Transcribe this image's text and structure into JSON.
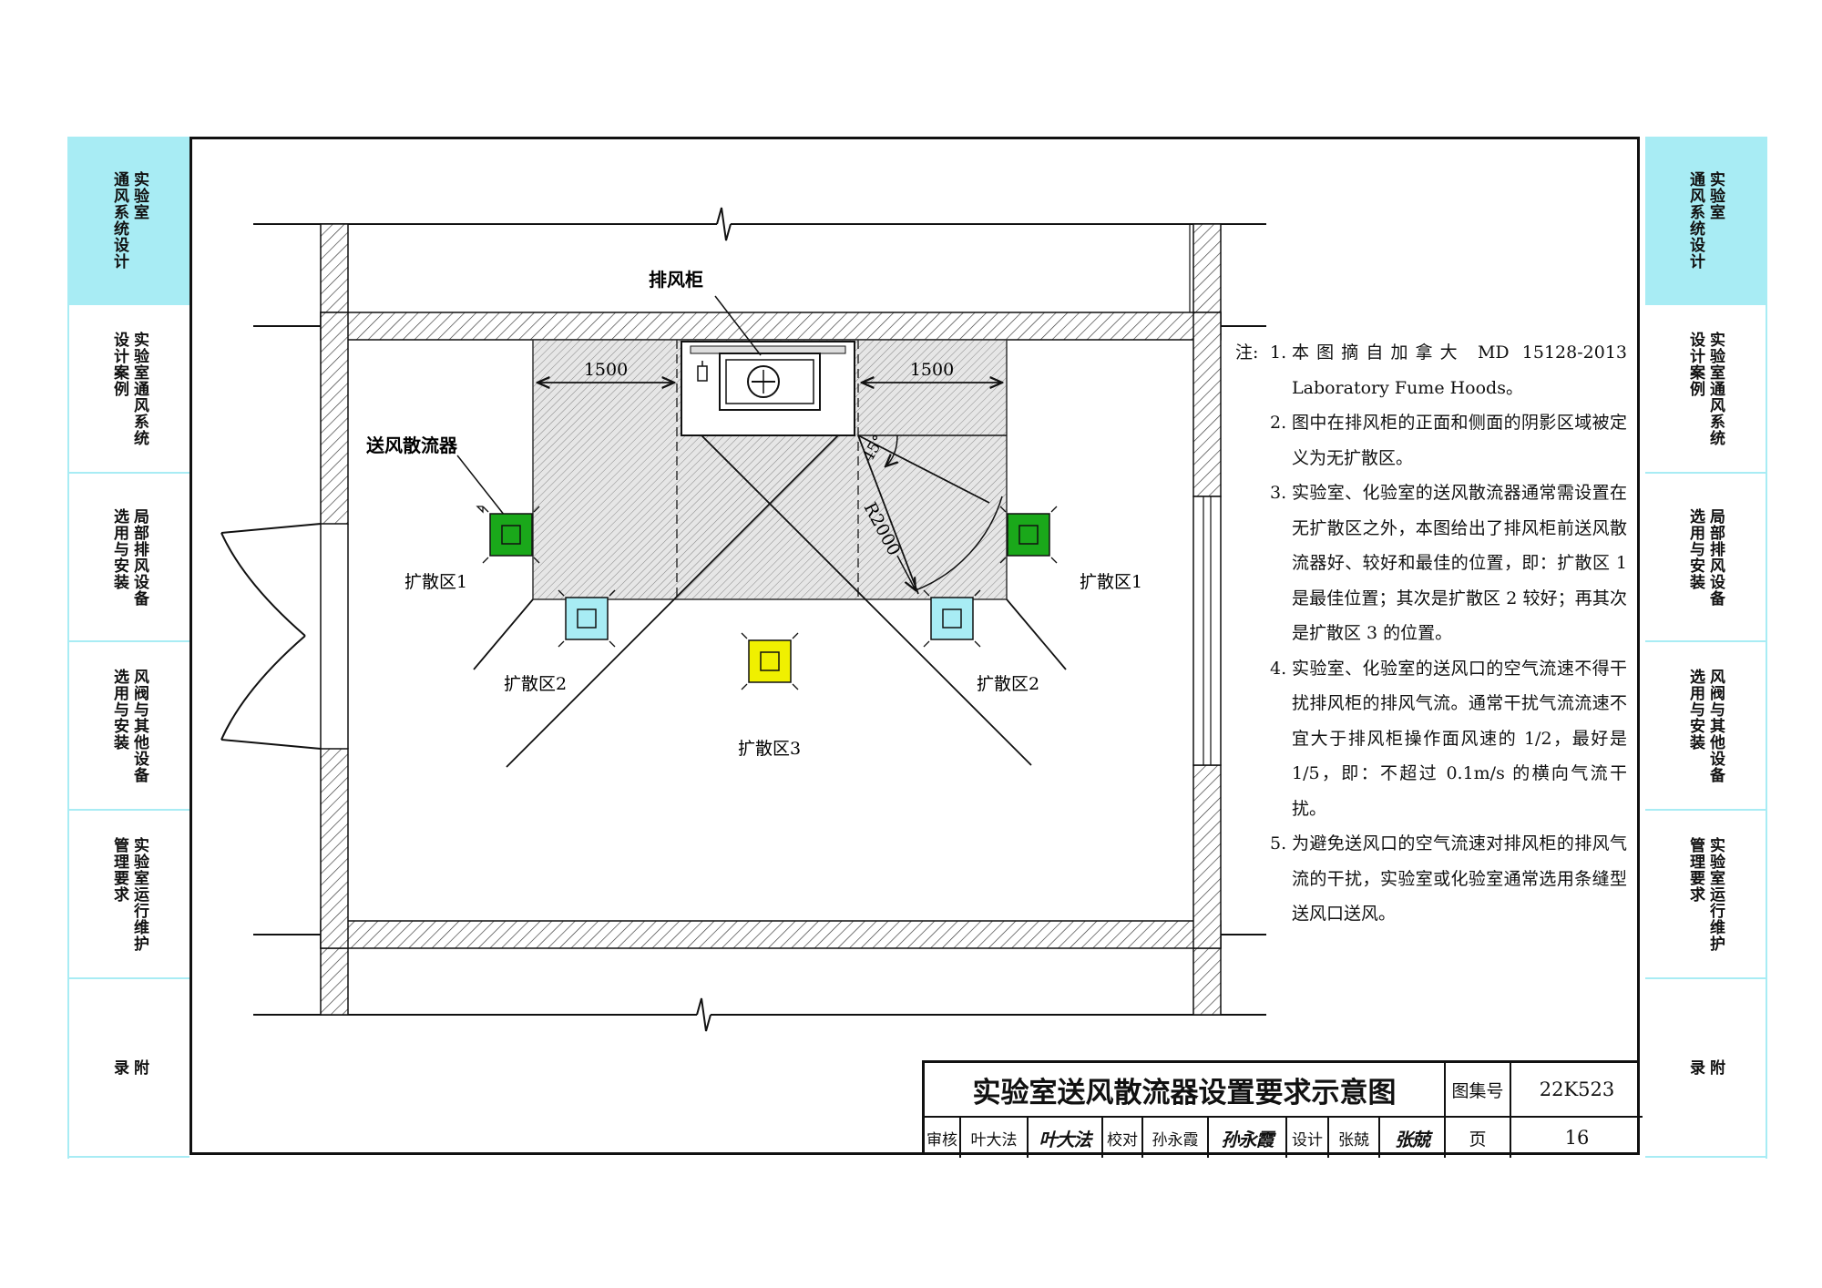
{
  "left_tabs": [
    {
      "label": "实验室\n通风系统设计",
      "active": true
    },
    {
      "label": "实验室通风系统\n设计案例",
      "active": false
    },
    {
      "label": "局部排风设备\n选用与安装",
      "active": false
    },
    {
      "label": "风阀与其他设备\n选用与安装",
      "active": false
    },
    {
      "label": "实验室运行维护\n管理要求",
      "active": false
    },
    {
      "label": "附\n录",
      "active": false
    }
  ],
  "right_tabs": [
    {
      "label": "实验室\n通风系统设计",
      "active": true
    },
    {
      "label": "实验室通风系统\n设计案例",
      "active": false
    },
    {
      "label": "局部排风设备\n选用与安装",
      "active": false
    },
    {
      "label": "风阀与其他设备\n选用与安装",
      "active": false
    },
    {
      "label": "实验室运行维护\n管理要求",
      "active": false
    },
    {
      "label": "附\n录",
      "active": false
    }
  ],
  "diagram": {
    "fume_hood_label": "排风柜",
    "diffuser_label": "送风散流器",
    "dim_left": "1500",
    "dim_right": "1500",
    "angle_label": "45°",
    "radius_label": "R2000",
    "zone1_left": "扩散区1",
    "zone1_right": "扩散区1",
    "zone2_left": "扩散区2",
    "zone2_right": "扩散区2",
    "zone3": "扩散区3",
    "colors": {
      "best": "#1aa81a",
      "good": "#a8ecf4",
      "ok": "#f0f000",
      "tab_accent": "#a8ecf4"
    }
  },
  "notes": {
    "lead": "注:",
    "items": [
      {
        "num": "1.",
        "text": "本图摘自加拿大 MD 15128-2013 Laboratory Fume Hoods。"
      },
      {
        "num": "2.",
        "text": "图中在排风柜的正面和侧面的阴影区域被定义为无扩散区。"
      },
      {
        "num": "3.",
        "text": "实验室、化验室的送风散流器通常需设置在无扩散区之外，本图给出了排风柜前送风散流器好、较好和最佳的位置，即：扩散区 1 是最佳位置；其次是扩散区 2 较好；再其次是扩散区 3 的位置。"
      },
      {
        "num": "4.",
        "text": "实验室、化验室的送风口的空气流速不得干扰排风柜的排风气流。通常干扰气流流速不宜大于排风柜操作面风速的 1/2，最好是 1/5，即：不超过 0.1m/s 的横向气流干扰。"
      },
      {
        "num": "5.",
        "text": "为避免送风口的空气流速对排风柜的排风气流的干扰，实验室或化验室通常选用条缝型送风口送风。"
      }
    ]
  },
  "title_block": {
    "title": "实验室送风散流器设置要求示意图",
    "atlas_label": "图集号",
    "atlas_no": "22K523",
    "review_label": "审核",
    "reviewer": "叶大法",
    "reviewer_sig": "叶大法",
    "check_label": "校对",
    "checker": "孙永霞",
    "checker_sig": "孙永霞",
    "design_label": "设计",
    "designer": "张兢",
    "designer_sig": "张兢",
    "page_label": "页",
    "page_no": "16"
  }
}
